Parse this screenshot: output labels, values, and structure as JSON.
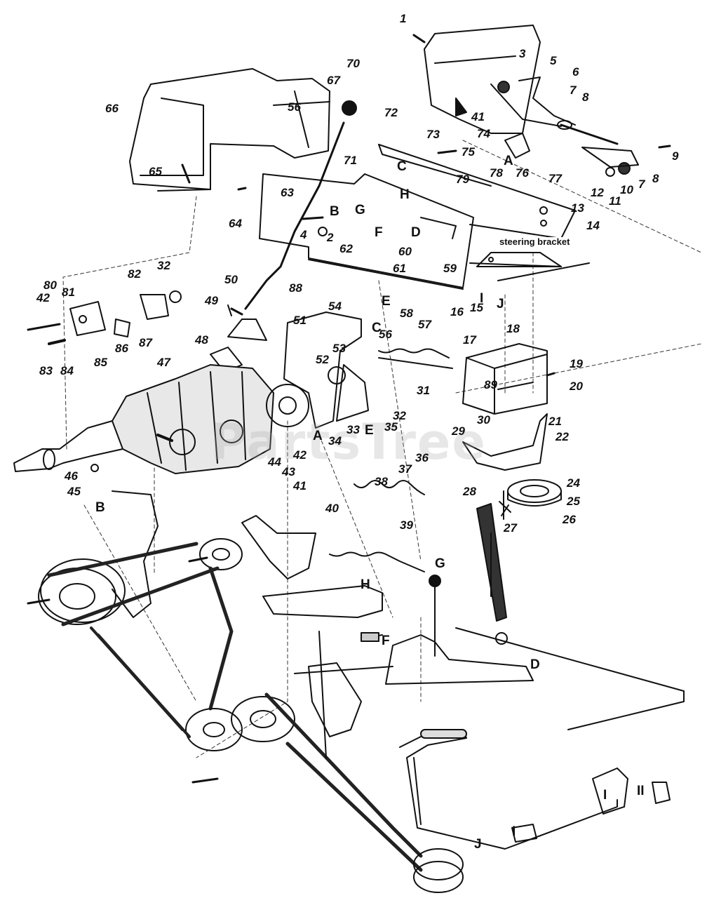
{
  "diagram": {
    "note": "steering bracket",
    "watermark": "PartsTree",
    "letters": {
      "A1": "A",
      "A2": "A",
      "B1": "B",
      "B2": "B",
      "C1": "C",
      "C2": "C",
      "D1": "D",
      "D2": "D",
      "E1": "E",
      "E2": "E",
      "F1": "F",
      "F2": "F",
      "G1": "G",
      "G2": "G",
      "H1": "H",
      "H2": "H",
      "I1": "I",
      "I2": "I",
      "I3": "I",
      "J1": "J",
      "J2": "J",
      "II": "II"
    },
    "parts": {
      "p1": "1",
      "p2": "2",
      "p3": "3",
      "p4": "4",
      "p5": "5",
      "p6": "6",
      "p7a": "7",
      "p7b": "7",
      "p8a": "8",
      "p8b": "8",
      "p9": "9",
      "p10": "10",
      "p11": "11",
      "p12": "12",
      "p13": "13",
      "p14": "14",
      "p15": "15",
      "p16": "16",
      "p17": "17",
      "p18": "18",
      "p19": "19",
      "p20": "20",
      "p21": "21",
      "p22": "22",
      "p24": "24",
      "p25": "25",
      "p26": "26",
      "p27": "27",
      "p28": "28",
      "p29": "29",
      "p30": "30",
      "p31": "31",
      "p32a": "32",
      "p32b": "32",
      "p33": "33",
      "p34": "34",
      "p35": "35",
      "p36": "36",
      "p37": "37",
      "p38": "38",
      "p39": "39",
      "p40": "40",
      "p41a": "41",
      "p41b": "41",
      "p42a": "42",
      "p42b": "42",
      "p43": "43",
      "p44": "44",
      "p45": "45",
      "p46": "46",
      "p47": "47",
      "p48": "48",
      "p49": "49",
      "p50": "50",
      "p51": "51",
      "p52": "52",
      "p53": "53",
      "p54": "54",
      "p56a": "56",
      "p56b": "56",
      "p57": "57",
      "p58": "58",
      "p59": "59",
      "p60": "60",
      "p61": "61",
      "p62": "62",
      "p63": "63",
      "p64": "64",
      "p65": "65",
      "p66": "66",
      "p67": "67",
      "p70": "70",
      "p71": "71",
      "p72": "72",
      "p73": "73",
      "p74": "74",
      "p75": "75",
      "p76": "76",
      "p77": "77",
      "p78": "78",
      "p79": "79",
      "p80": "80",
      "p81": "81",
      "p82": "82",
      "p83": "83",
      "p84": "84",
      "p85": "85",
      "p86": "86",
      "p87": "87",
      "p88": "88",
      "p89": "89"
    }
  }
}
